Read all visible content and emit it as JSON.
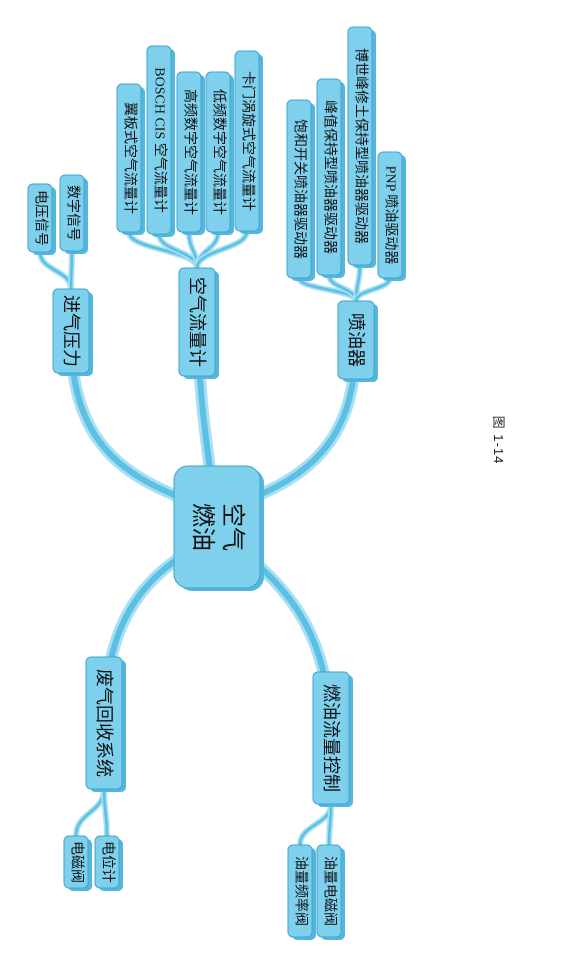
{
  "colors": {
    "node_fill": "#7fd0ec",
    "node_shadow": "#55b6db",
    "node_stroke": "#3fa6cf",
    "connector": "#5bc0e4",
    "connector_light": "#a8dff2",
    "text": "#111111"
  },
  "center": {
    "id": "root",
    "label": "空气\n燃油"
  },
  "branches": [
    {
      "id": "intake-pressure",
      "label": "进气压力",
      "children": [
        {
          "id": "voltage-signal",
          "label": "电压信号"
        },
        {
          "id": "digital-signal",
          "label": "数字信号"
        }
      ]
    },
    {
      "id": "air-flow-meter",
      "label": "空气流量计",
      "children": [
        {
          "id": "vane-afm",
          "label": "翼板式空气流量计"
        },
        {
          "id": "bosch-cis",
          "label": "BOSCH CIS 空气流量计"
        },
        {
          "id": "high-freq-digital",
          "label": "高频数字空气流量计"
        },
        {
          "id": "low-freq-digital",
          "label": "低频数字空气流量计"
        },
        {
          "id": "karman-vortex",
          "label": "卡门涡旋式空气流量计"
        }
      ]
    },
    {
      "id": "injector",
      "label": "喷油器",
      "children": [
        {
          "id": "saturated-switch-driver",
          "label": "饱和开关喷油器驱动器"
        },
        {
          "id": "peak-hold-driver",
          "label": "峰值保持型喷油器驱动器"
        },
        {
          "id": "bosch-peak-hold-driver",
          "label": "博世峰修土保持型喷油器驱动器"
        },
        {
          "id": "pnp-driver",
          "label": "PNP 喷油驱动器"
        }
      ]
    },
    {
      "id": "egr-system",
      "label": "废气回收系统",
      "children": [
        {
          "id": "solenoid-valve",
          "label": "电磁阀"
        },
        {
          "id": "potentiometer",
          "label": "电位计"
        }
      ]
    },
    {
      "id": "fuel-flow-control",
      "label": "燃油流量控制",
      "children": [
        {
          "id": "fuel-freq-valve",
          "label": "油量频率阀"
        },
        {
          "id": "fuel-solenoid-valve",
          "label": "油量电磁阀"
        }
      ]
    }
  ],
  "caption": "图 1-14"
}
